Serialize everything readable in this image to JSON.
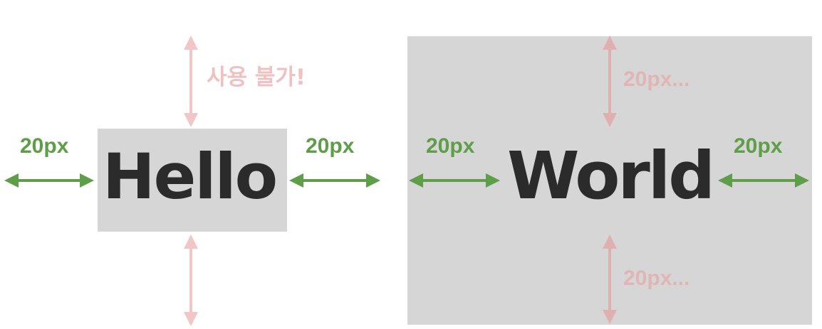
{
  "diagram": {
    "hello_word": "Hello",
    "world_word": "World",
    "hello_margin_left_label": "20px",
    "hello_margin_right_label": "20px",
    "world_margin_left_label": "20px",
    "world_margin_right_label": "20px",
    "hello_vertical_label": "사용 불가!",
    "world_margin_top_label": "20px...",
    "world_margin_bottom_label": "20px..."
  },
  "colors": {
    "box_fill": "#d6d6d6",
    "text_dark": "#2b2b2b",
    "arrow_green": "#5e9e48",
    "arrow_pink": "#eec2c2",
    "arrow_pink_dark": "#e0b0b0"
  }
}
